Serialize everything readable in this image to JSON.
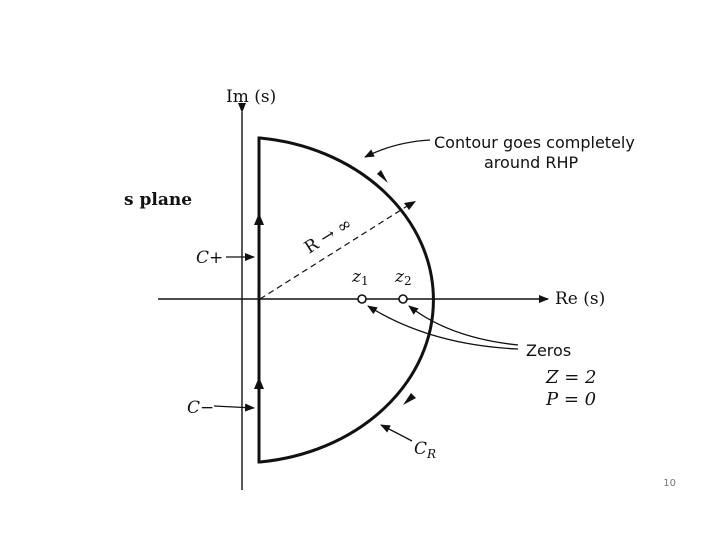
{
  "diagram": {
    "im_axis_label": "Im (s)",
    "re_axis_label": "Re (s)",
    "plane_label": "s plane",
    "contour_note_line1": "Contour goes completely",
    "contour_note_line2": "around RHP",
    "radius_label": "R → ∞",
    "c_plus_label": "C+",
    "c_minus_label": "C−",
    "c_r_label": "C",
    "c_r_subscript": "R",
    "zero1_label": "z",
    "zero1_subscript": "1",
    "zero2_label": "z",
    "zero2_subscript": "2",
    "zeros_label": "Zeros",
    "z_count": "Z = 2",
    "p_count": "P = 0"
  },
  "footer": {
    "page_number": "10"
  }
}
